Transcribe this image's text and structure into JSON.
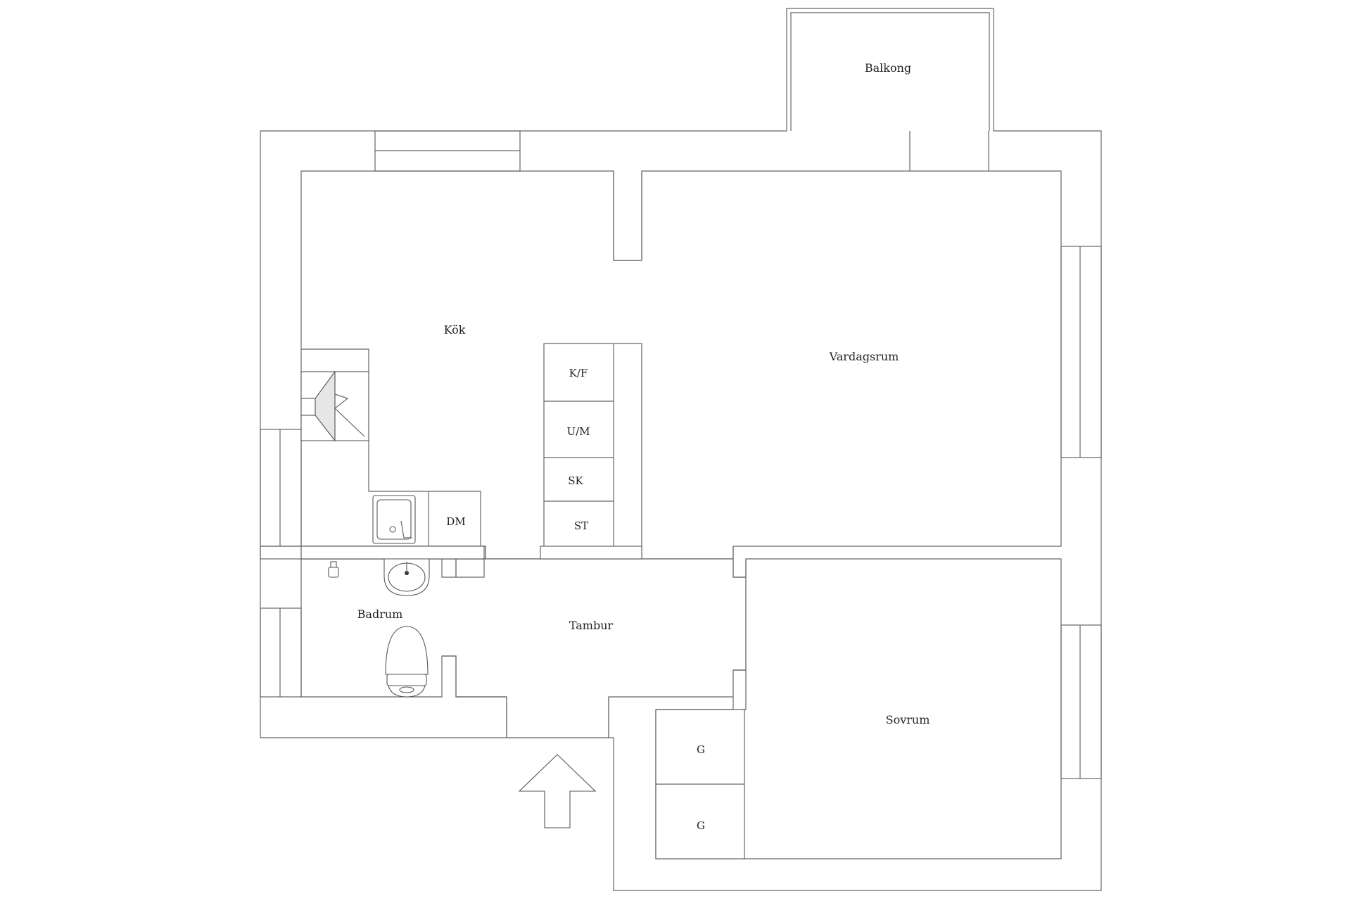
{
  "rooms": {
    "balkong": "Balkong",
    "kok": "Kök",
    "vardagsrum": "Vardagsrum",
    "badrum": "Badrum",
    "tambur": "Tambur",
    "sovrum": "Sovrum"
  },
  "appliances": {
    "kf": "K/F",
    "um": "U/M",
    "sk": "SK",
    "st": "ST",
    "dm": "DM"
  },
  "wardrobes": {
    "g1": "G",
    "g2": "G"
  },
  "icons": {
    "entrance": "arrow-up-icon",
    "sink": "kitchen-sink-icon",
    "washbasin": "washbasin-icon",
    "toilet": "toilet-icon",
    "stove": "range-hood-icon"
  },
  "colors": {
    "wall": "#666666",
    "text": "#222222",
    "background": "#ffffff"
  }
}
